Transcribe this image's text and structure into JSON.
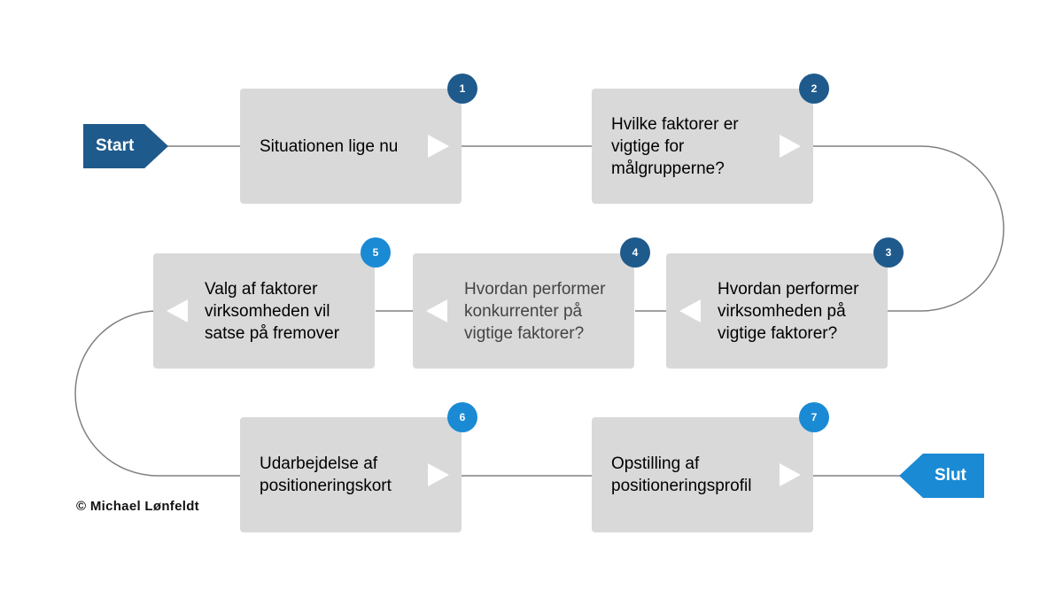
{
  "colors": {
    "box": "#d9d9d9",
    "dark_blue": "#1f5a8c",
    "light_blue": "#1a8ad4",
    "connector": "#808080"
  },
  "start_label": "Start",
  "end_label": "Slut",
  "copyright": "© Michael Lønfeldt",
  "steps": [
    {
      "number": "1",
      "label": "Situationen lige nu"
    },
    {
      "number": "2",
      "label": "Hvilke faktorer er vigtige for målgrupperne?"
    },
    {
      "number": "3",
      "label": "Hvordan performer virksomheden på vigtige faktorer?"
    },
    {
      "number": "4",
      "label": "Hvordan performer konkurrenter på vigtige faktorer?"
    },
    {
      "number": "5",
      "label": "Valg af faktorer virksomheden vil satse på fremover"
    },
    {
      "number": "6",
      "label": "Udarbejdelse af positioneringskort"
    },
    {
      "number": "7",
      "label": "Opstilling af positioneringsprofil"
    }
  ]
}
